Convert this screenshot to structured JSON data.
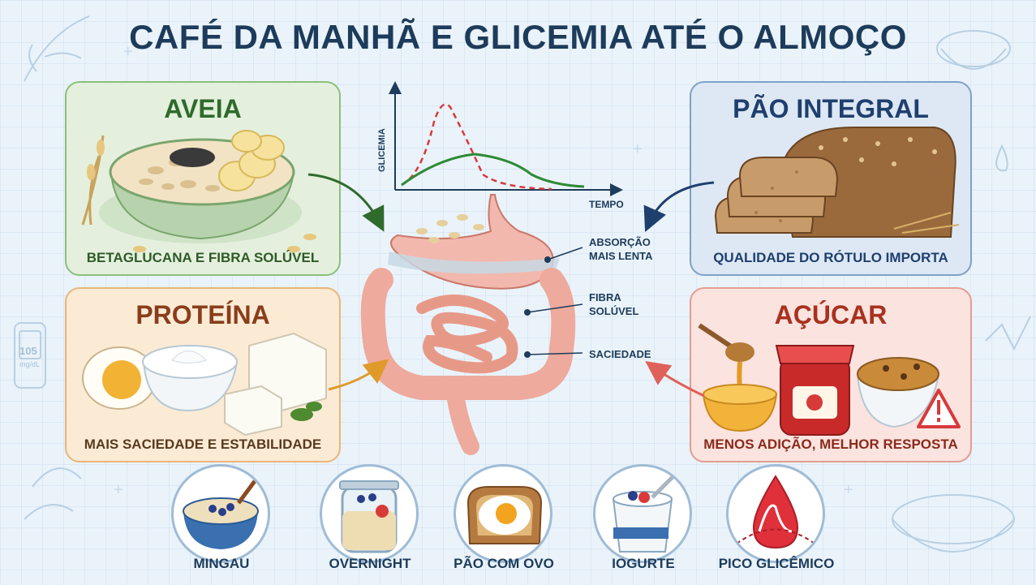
{
  "title": "CAFÉ DA MANHÃ E GLICEMIA ATÉ O ALMOÇO",
  "cards": {
    "aveia": {
      "title": "AVEIA",
      "caption": "BETAGLUCANA E FIBRA SOLÚVEL"
    },
    "pao": {
      "title": "PÃO INTEGRAL",
      "caption": "QUALIDADE DO RÓTULO IMPORTA"
    },
    "proteina": {
      "title": "PROTEÍNA",
      "caption": "MAIS SACIEDADE E ESTABILIDADE"
    },
    "acucar": {
      "title": "AÇÚCAR",
      "caption": "MENOS ADIÇÃO, MELHOR RESPOSTA"
    }
  },
  "graph": {
    "ylabel": "GLICEMIA",
    "xlabel": "TEMPO"
  },
  "digestive_labels": {
    "absorcao": "ABSORÇÃO\nMAIS LENTA",
    "fibra": "FIBRA\nSOLÚVEL",
    "saciedade": "SACIEDADE"
  },
  "bottom_items": [
    {
      "label": "MINGAU"
    },
    {
      "label": "OVERNIGHT"
    },
    {
      "label": "PÃO COM OVO"
    },
    {
      "label": "IOGURTE"
    },
    {
      "label": "PICO GLICÊMICO"
    }
  ],
  "glucometer": {
    "value": "105",
    "unit": "mg/dL"
  },
  "colors": {
    "green": "#2f6b2c",
    "blue": "#1f3f6e",
    "orange": "#e09a2a",
    "red": "#d83a3a",
    "title": "#1d3b5a"
  }
}
